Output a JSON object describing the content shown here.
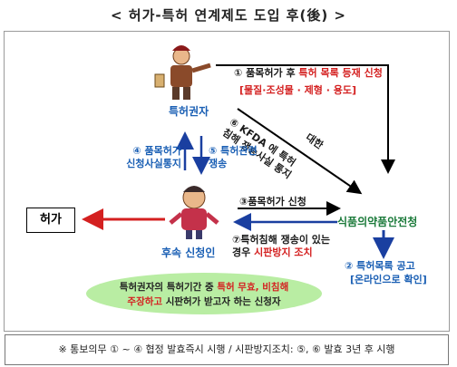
{
  "title": "< 허가-특허 연계제도 도입 후(後) >",
  "patentee": "특허권자",
  "applicant": "후속 신청인",
  "mfds": "식품의약품안전청",
  "permit": "허가",
  "step1": {
    "num": "① 품목허가 후",
    "red": "특허 목록 등재 신청",
    "bracket": "[물질·조성물 · 제형 · 용도]"
  },
  "step2": {
    "num": "② 특허목록 공고",
    "bracket": "[온라인으로 확인]"
  },
  "step3": {
    "text": "③품목허가 신청"
  },
  "step4": {
    "line1": "④ 품목허가",
    "line2": "신청사실통지"
  },
  "step5": {
    "line1": "⑤ 특허관련",
    "line2": "쟁송"
  },
  "step6": {
    "line1": "⑥ KFDA 에 특허",
    "line2": "침해 쟁송사실 통지"
  },
  "step6_mid": "대한",
  "step7": {
    "line1": "⑦특허침해 쟁송이 있는",
    "line2_prefix": "경우",
    "line2_red": "시판방지 조치"
  },
  "ellipse": {
    "a": "특허권자의",
    "b": "특허기간",
    "c": "중",
    "red1": "특허 무효, 비침해",
    "red2": "주장하고",
    "d": "시판허가 받고자 하는 신청자"
  },
  "footer": "※ 통보의무 ① ~ ④ 협정 발효즉시 시행 / 시판방지조치: ⑤, ⑥ 발효 3년 후 시행"
}
